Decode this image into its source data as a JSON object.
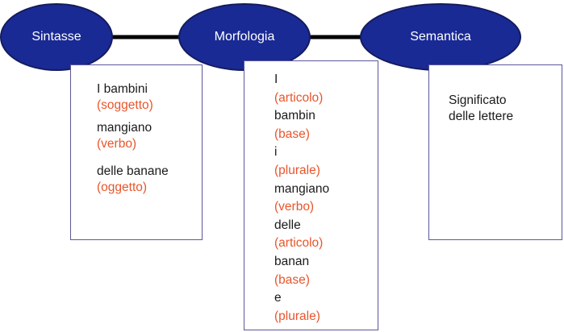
{
  "nodes": {
    "sintasse": "Sintasse",
    "morfologia": "Morfologia",
    "semantica": "Semantica"
  },
  "sintassi_box": [
    {
      "word": "I bambini",
      "role": "(soggetto)"
    },
    {
      "word": "mangiano",
      "role": "(verbo)"
    },
    {
      "word": "delle banane",
      "role": "(oggetto)"
    }
  ],
  "morfologia_box": [
    {
      "word": "I",
      "role": "(articolo)"
    },
    {
      "word": "bambin",
      "role": "(base)"
    },
    {
      "word": "i",
      "role": "(plurale)"
    },
    {
      "word": "mangiano",
      "role": "(verbo)"
    },
    {
      "word": "delle",
      "role": "(articolo)"
    },
    {
      "word": "banan",
      "role": "(base)"
    },
    {
      "word": "e",
      "role": "(plurale)"
    }
  ],
  "semantica_box": {
    "line1": "Significato",
    "line2": "delle lettere"
  },
  "colors": {
    "ellipse_fill": "#1a2a94",
    "role_text": "#e8552b",
    "box_border": "#5b5799"
  }
}
